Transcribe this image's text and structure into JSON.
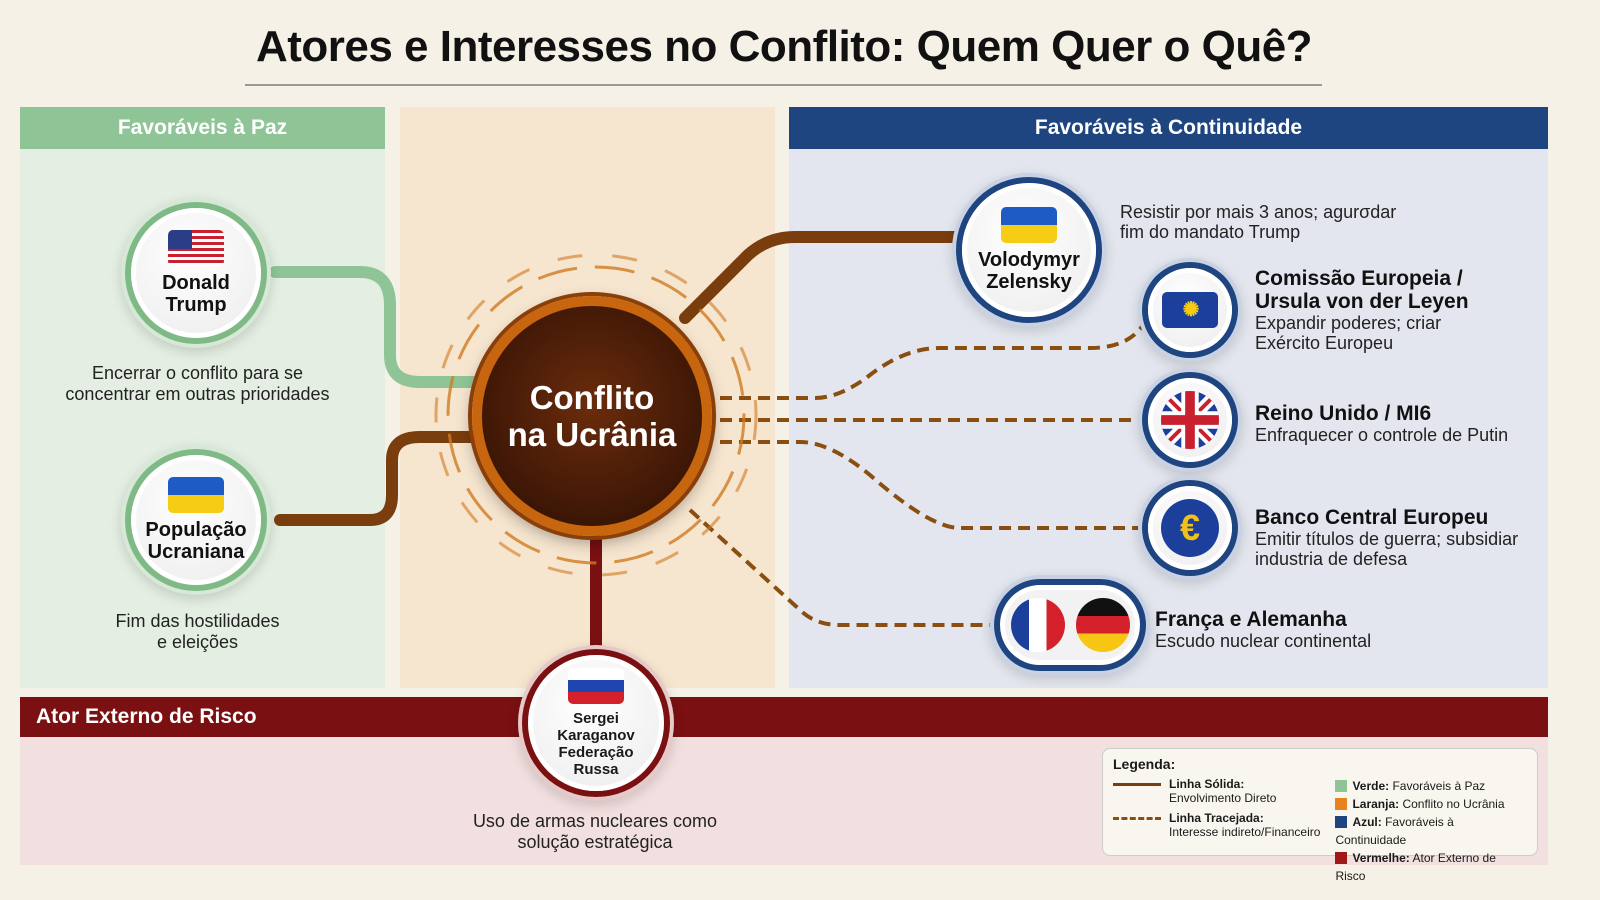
{
  "title": "Atores e Interesses no Conflito: Quem Quer o Quê?",
  "panels": {
    "peace": "Favoráveis à Paz",
    "continuity": "Favoráveis à Continuidade",
    "risk": "Ator Externo de Risco"
  },
  "center": {
    "line1": "Conflito",
    "line2": "na Ucrânia"
  },
  "actors": {
    "trump": {
      "name1": "Donald",
      "name2": "Trump",
      "desc1": "Encerrar o conflito para se",
      "desc2": "concentrar em outras prioridades"
    },
    "population": {
      "name1": "População",
      "name2": "Ucraniana",
      "desc1": "Fim das hostilidades",
      "desc2": "e eleições"
    },
    "zelensky": {
      "name1": "Volodymyr",
      "name2": "Zelensky",
      "desc1": "Resistir por mais 3 anos; agurσdar",
      "desc2": "fim do mandato Trump"
    },
    "eu": {
      "name1": "Comissão Europeia /",
      "name2": "Ursula von der Leyen",
      "desc1": "Expandir poderes; criar",
      "desc2": "Exército Europeu"
    },
    "uk": {
      "name": "Reino Unido / MI6",
      "desc": "Enfraquecer o controle de Putin"
    },
    "ecb": {
      "name": "Banco Central Europeu",
      "desc1": "Emitir títulos de guerra; subsidiar",
      "desc2": "industria de defesa",
      "symbol": "€"
    },
    "frde": {
      "name": "França e Alemanha",
      "desc": "Escudo nuclear continental"
    },
    "karaganov": {
      "name1": "Sergei Karaganov",
      "name2": "Federação",
      "name3": "Russa",
      "desc1": "Uso de armas nucleares como",
      "desc2": "solução estratégica"
    }
  },
  "legend": {
    "title": "Legenda:",
    "solid_label": "Linha Sólida:",
    "solid_desc": "Envolvimento Direto",
    "dashed_label": "Linha Tracejada:",
    "dashed_desc": "Interesse indireto/Financeiro",
    "colors": [
      {
        "key": "Verde:",
        "text": " Favoráveis à Paz",
        "color": "#8fc596"
      },
      {
        "key": "Laranja:",
        "text": " Conflito no Ucrânia",
        "color": "#e8821e"
      },
      {
        "key": "Azul:",
        "text": " Favoráveis à Continuidade",
        "color": "#1e4580"
      },
      {
        "key": "Vermelhe:",
        "text": " Ator Externo de Risco",
        "color": "#a01818"
      }
    ]
  }
}
